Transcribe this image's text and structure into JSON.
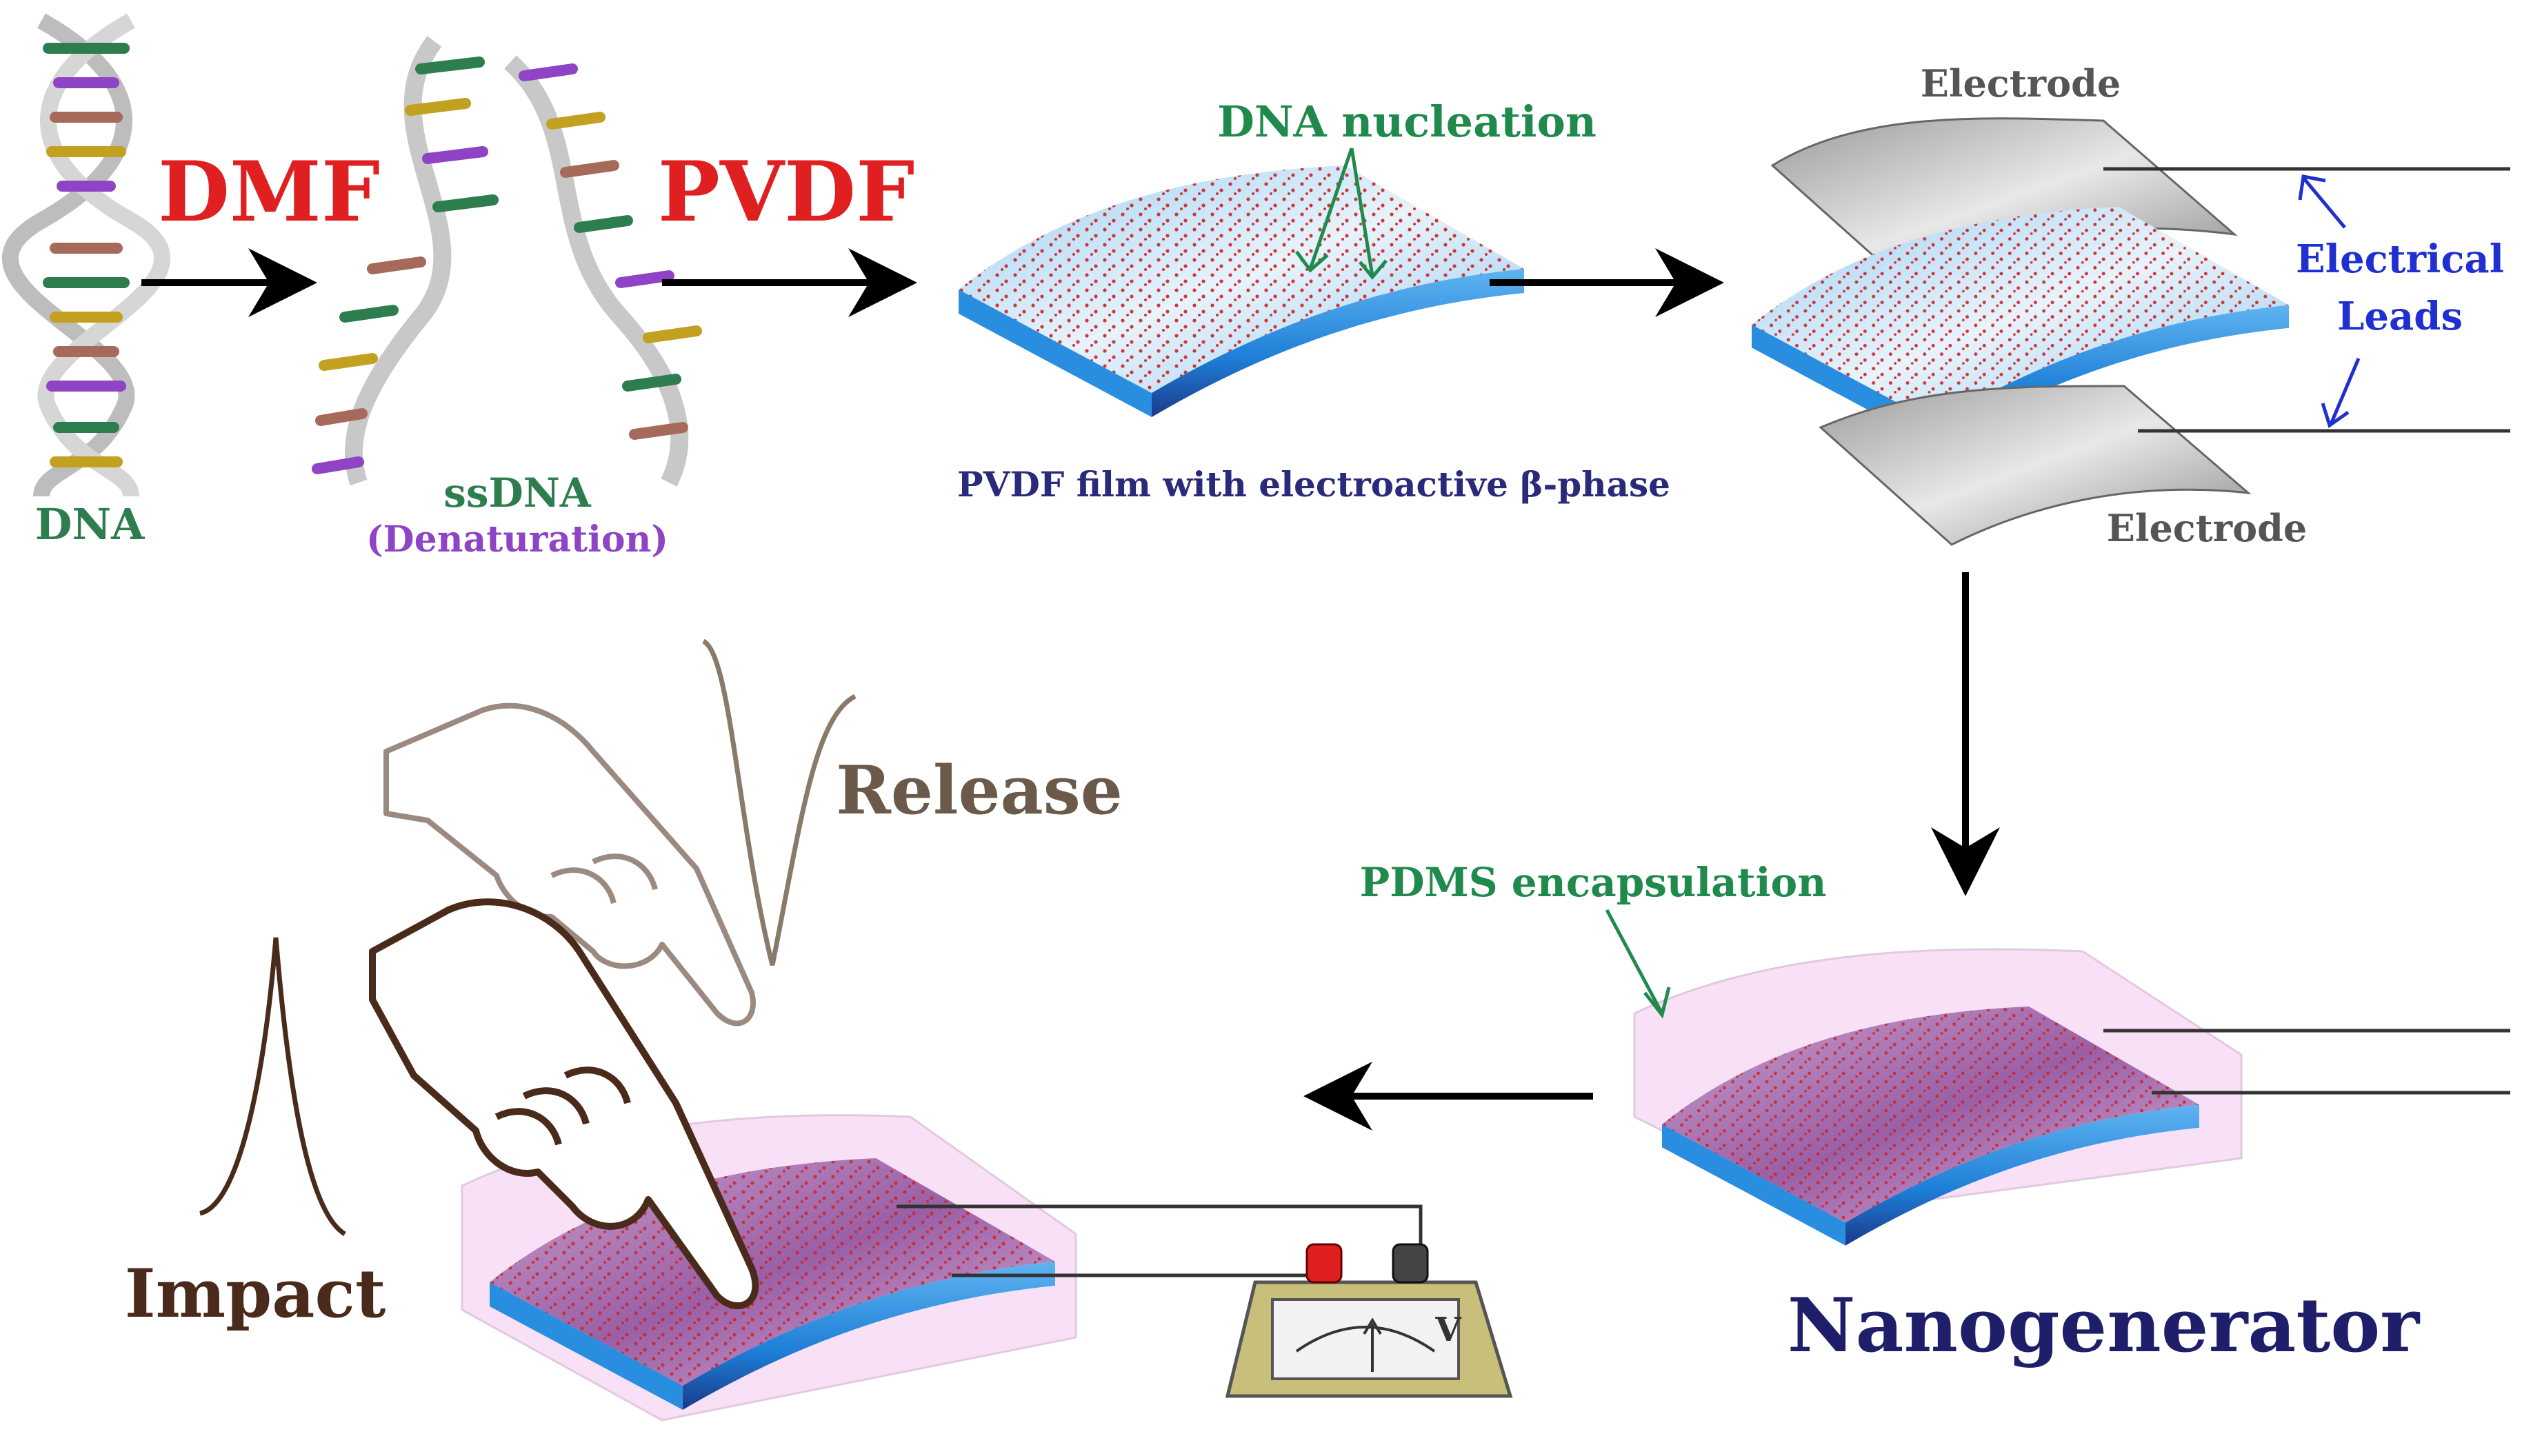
{
  "labels": {
    "dna": "DNA",
    "dmf": "DMF",
    "ssdna": "ssDNA",
    "denaturation": "(Denaturation)",
    "pvdf": "PVDF",
    "dna_nucleation": "DNA nucleation",
    "pvdf_film": "PVDF film with electroactive β-phase",
    "electrode_top": "Electrode",
    "electrode_bottom": "Electrode",
    "electrical": "Electrical",
    "leads": "Leads",
    "pdms": "PDMS encapsulation",
    "nanogenerator": "Nanogenerator",
    "release": "Release",
    "impact": "Impact",
    "meter_unit": "V"
  },
  "colors": {
    "dna_green": "#2e7d4f",
    "ssdna_purple": "#8e44c4",
    "reagent_red": "#e02020",
    "nucleation_green": "#1f8a4c",
    "film_text_navy": "#2a2a7a",
    "electrode_gray": "#555555",
    "leads_blue": "#2030d0",
    "pdms_green": "#1f8a4c",
    "nanogen_navy": "#1e1e6a",
    "release_brown": "#6b5a4a",
    "impact_brown": "#4a2a1a",
    "film_blue": "#2a8ee0",
    "film_surface": "#b9dcf5",
    "dots_red": "#d02020",
    "encapsulation_pink": "#f4c8f0"
  },
  "icons": {
    "dna_helix": "dna-double-helix-icon",
    "ss_strand": "single-strand-dna-icon",
    "hand": "pointing-hand-icon",
    "voltmeter": "voltmeter-icon"
  }
}
